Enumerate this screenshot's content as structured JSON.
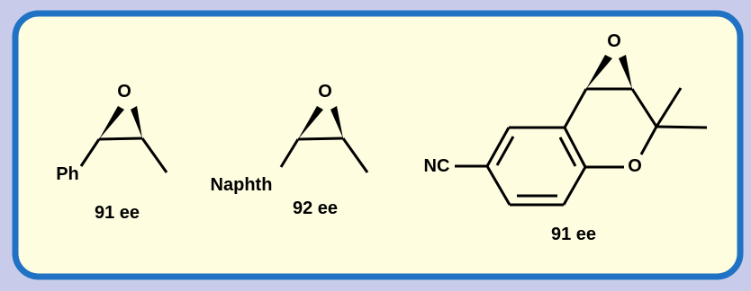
{
  "panel": {
    "background": "#fffde0",
    "border": "#1f72c4",
    "outer_background": "#c8ccea"
  },
  "molecules": [
    {
      "substituent": "Ph",
      "oxygen": "O",
      "ee": "91 ee"
    },
    {
      "substituent": "Naphth",
      "oxygen": "O",
      "ee": "92 ee"
    },
    {
      "epoxide_oxygen": "O",
      "ring_oxygen": "O",
      "nitrile": "NC",
      "ee": "91 ee"
    }
  ]
}
